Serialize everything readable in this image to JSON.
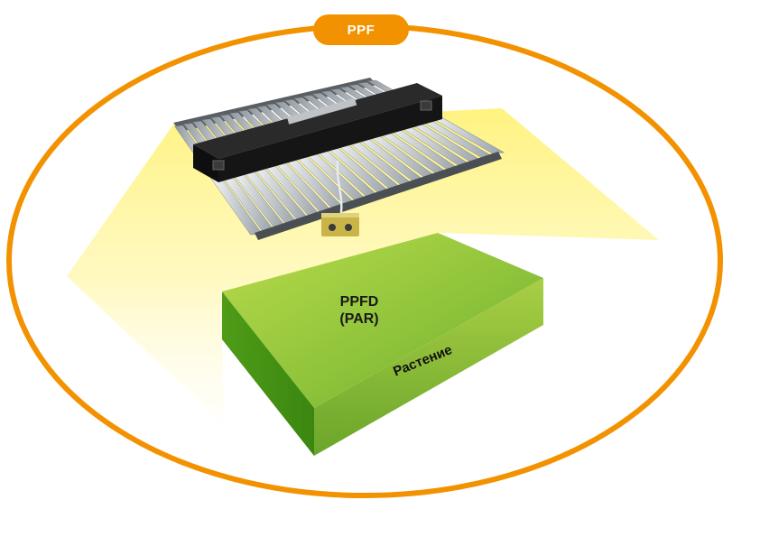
{
  "badge": {
    "label": "PPF"
  },
  "ppfd": {
    "line1": "PPFD",
    "line2": "(PAR)"
  },
  "plant": {
    "label": "Растение"
  },
  "colors": {
    "ellipse": "#f39200",
    "badge_bg": "#f39200",
    "light_cone": "#fff27a",
    "box_top": "#a6cf3a",
    "box_front": "#4d9b17",
    "box_side": "#7cb82a",
    "fixture_body": "#1f1f1f",
    "fixture_bars": "#c9ced3"
  },
  "icons": {
    "fixture": "led-grow-light-icon",
    "controller": "controller-box-icon"
  }
}
